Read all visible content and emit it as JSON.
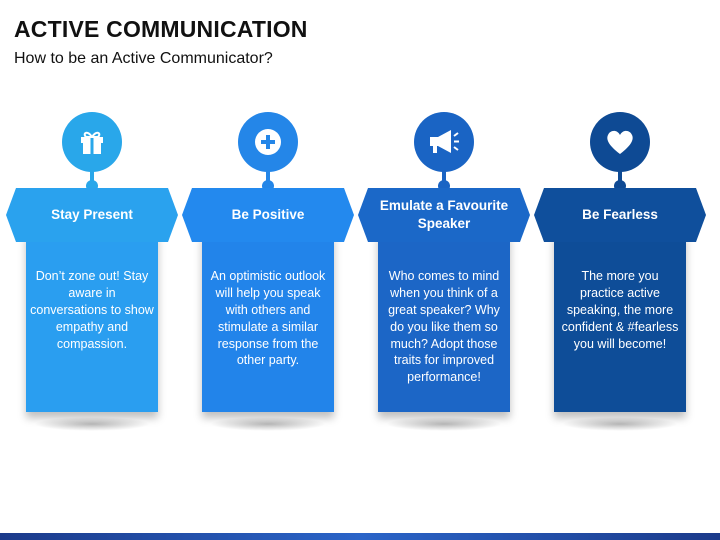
{
  "title": "ACTIVE COMMUNICATION",
  "subtitle": "How to be an Active Communicator?",
  "columns": [
    {
      "icon": "gift-icon",
      "heading": "Stay Present",
      "body": "Don’t zone out! Stay aware in conversations to show empathy and compassion.",
      "color_icon": "#29a7ea",
      "color_hex": "#2aa2ee",
      "color_card": "#2a9ef0"
    },
    {
      "icon": "plus-circle-icon",
      "heading": "Be Positive",
      "body": "An optimistic outlook will help you speak with others and stimulate a similar response from the other party.",
      "color_icon": "#2486e8",
      "color_hex": "#2389ee",
      "color_card": "#2284ea"
    },
    {
      "icon": "megaphone-icon",
      "heading": "Emulate a Favourite Speaker",
      "body": "Who comes to mind when you think of a great speaker? Why do you like them so much? Adopt those traits for improved performance!",
      "color_icon": "#1a64c4",
      "color_hex": "#1b68c8",
      "color_card": "#1c66c6"
    },
    {
      "icon": "heart-icon",
      "heading": "Be Fearless",
      "body": "The more you practice active speaking, the more confident & #fearless you will become!",
      "color_icon": "#0e4a94",
      "color_hex": "#0f4f9c",
      "color_card": "#0e4d98"
    }
  ]
}
